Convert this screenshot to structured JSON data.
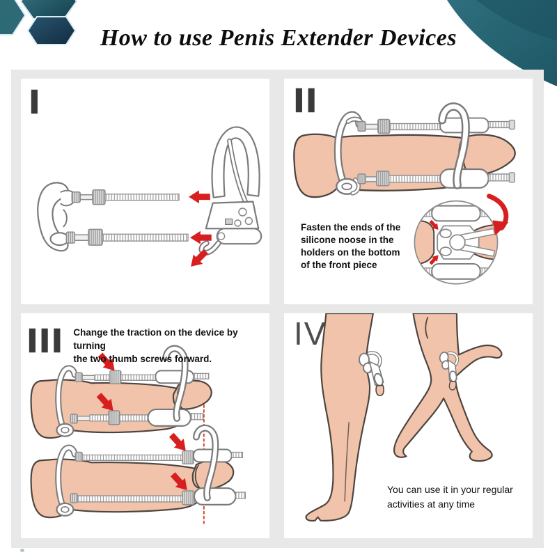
{
  "page": {
    "title": "How to use Penis Extender Devices"
  },
  "decor": {
    "hex_icon": "hexagon-cluster-icon",
    "swoosh_icon": "corner-swoosh-icon",
    "accent_teal": "#2b6877",
    "accent_navy": "#1d3a52",
    "light_line": "#d8ecf4"
  },
  "colors": {
    "frame_background": "#e8e8e8",
    "panel_background": "#ffffff",
    "skin": "#f2c3ab",
    "skin_outline": "#4b4540",
    "device_line": "#7a7a7a",
    "arrow_red": "#d81f1f",
    "dotted_line_red": "#d6452c",
    "title_text": "#0d0d0d"
  },
  "panels": {
    "one": {
      "numeral": "I"
    },
    "two": {
      "numeral": "II",
      "caption_lines": [
        "Fasten the ends of the",
        "silicone noose in the",
        "holders on the bottom",
        "of the front piece"
      ]
    },
    "three": {
      "numeral": "III",
      "caption_lines": [
        "Change the traction on the device by turning",
        "the two thumb screws forward."
      ]
    },
    "four": {
      "numeral": "IV",
      "caption_lines": [
        "You can use it in your regular",
        "activities at any time"
      ]
    }
  }
}
